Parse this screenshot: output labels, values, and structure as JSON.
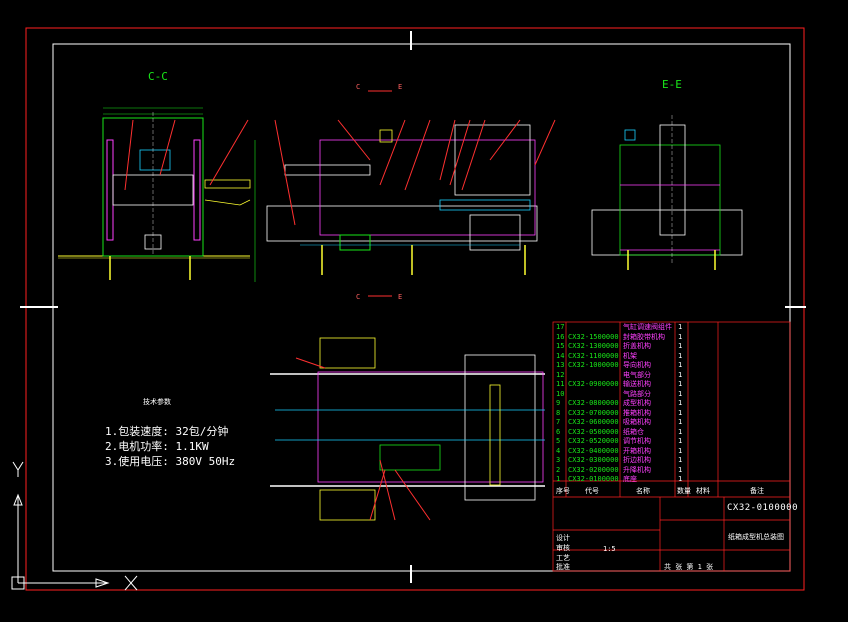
{
  "views": {
    "section_cc": "C-C",
    "section_ee": "E-E",
    "mark_c_top": "C",
    "mark_e_top": "E",
    "mark_c_bottom": "C",
    "mark_e_bottom": "E"
  },
  "notes": {
    "title": "技术参数",
    "lines": [
      "1.包装速度: 32包/分钟",
      "2.电机功率: 1.1KW",
      "3.使用电压: 380V  50Hz"
    ]
  },
  "bom": {
    "rows": [
      {
        "no": "17",
        "code": "",
        "name": "气缸调速阀组件",
        "qty": "1"
      },
      {
        "no": "16",
        "code": "CX32-1500000",
        "name": "封箱胶带机构",
        "qty": "1"
      },
      {
        "no": "15",
        "code": "CX32-1300000",
        "name": "折盖机构",
        "qty": "1"
      },
      {
        "no": "14",
        "code": "CX32-1100000",
        "name": "机架",
        "qty": "1"
      },
      {
        "no": "13",
        "code": "CX32-1000000",
        "name": "导向机构",
        "qty": "1"
      },
      {
        "no": "12",
        "code": "",
        "name": "电气部分",
        "qty": "1"
      },
      {
        "no": "11",
        "code": "CX32-0900000",
        "name": "输送机构",
        "qty": "1"
      },
      {
        "no": "10",
        "code": "",
        "name": "气路部分",
        "qty": "1"
      },
      {
        "no": "9",
        "code": "CX32-0800000",
        "name": "成型机构",
        "qty": "1"
      },
      {
        "no": "8",
        "code": "CX32-0700000",
        "name": "推箱机构",
        "qty": "1"
      },
      {
        "no": "7",
        "code": "CX32-0600000",
        "name": "吸箱机构",
        "qty": "1"
      },
      {
        "no": "6",
        "code": "CX32-0500000",
        "name": "纸箱仓",
        "qty": "1"
      },
      {
        "no": "5",
        "code": "CX32-0520000",
        "name": "调节机构",
        "qty": "1"
      },
      {
        "no": "4",
        "code": "CX32-0400000",
        "name": "开箱机构",
        "qty": "1"
      },
      {
        "no": "3",
        "code": "CX32-0300000",
        "name": "折边机构",
        "qty": "1"
      },
      {
        "no": "2",
        "code": "CX32-0200000",
        "name": "升降机构",
        "qty": "1"
      },
      {
        "no": "1",
        "code": "CX32-0100000",
        "name": "底座",
        "qty": "1"
      }
    ],
    "header": {
      "no": "序号",
      "code": "代号",
      "name": "名称",
      "qty": "数量",
      "mat": "材料",
      "note": "备注"
    }
  },
  "title_block": {
    "drawing_code": "CX32-0100000",
    "drawing_name": "纸箱成型机总装图",
    "scale": "1:5",
    "sheet": "共 张 第 1 张",
    "design": "设计",
    "check": "审核",
    "process": "工艺",
    "approve": "批准"
  },
  "ucs": {
    "x": "X",
    "y": "Y"
  },
  "colors": {
    "bg": "#000000",
    "border": "#ff2020",
    "frame": "#ffffff",
    "green": "#19e619",
    "cyan": "#19d0ff",
    "magenta": "#ff40ff",
    "yellow": "#ffff30",
    "red": "#ff3030"
  }
}
